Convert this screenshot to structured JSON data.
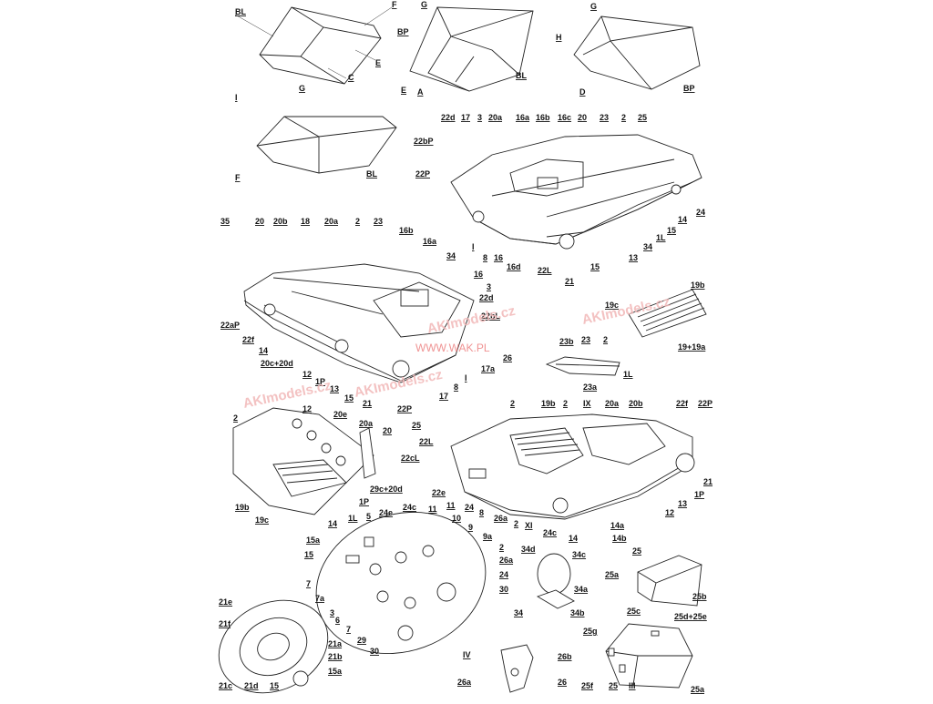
{
  "watermarks": {
    "w1": "AKImodels.cz",
    "w2": "AKImodels.cz",
    "w3": "AKImodels.cz",
    "w4": "AKImodels.cz",
    "w5": "WWW.WAK.PL"
  },
  "labels": {
    "box1": [
      "BL",
      "F",
      "E",
      "C"
    ],
    "box2": [
      "G",
      "BP",
      "E",
      "A",
      "BL"
    ],
    "box3": [
      "G",
      "H",
      "D",
      "BP"
    ],
    "box4": [
      "I",
      "G",
      "F",
      "BL"
    ],
    "hull_top_right": [
      "22d",
      "17",
      "3",
      "20a",
      "16a",
      "16b",
      "16c",
      "20",
      "23",
      "2",
      "25",
      "22bP",
      "22P",
      "I",
      "8",
      "16",
      "16d",
      "22L",
      "21",
      "15",
      "13",
      "34",
      "15",
      "1L",
      "14",
      "24"
    ],
    "hull_mid_left": [
      "35",
      "20",
      "20b",
      "18",
      "20a",
      "2",
      "23",
      "16b",
      "16a",
      "34",
      "16",
      "3",
      "22d",
      "22bL",
      "22aP",
      "22f",
      "14",
      "20c+20d",
      "12",
      "1P",
      "13",
      "15",
      "21",
      "22P",
      "17",
      "8",
      "17a",
      "26",
      "I"
    ],
    "grille_part": [
      "19b",
      "19+19a"
    ],
    "small_part_23": [
      "19c",
      "23b",
      "23",
      "2",
      "1L",
      "23a"
    ],
    "rear_deck": [
      "2",
      "12",
      "20e",
      "20a",
      "20",
      "29c+20d",
      "1P",
      "19b",
      "19c"
    ],
    "hull_rear": [
      "2",
      "19b",
      "2",
      "IX",
      "20a",
      "20b",
      "22f",
      "22P",
      "25",
      "22L",
      "22cL",
      "22e",
      "11",
      "24",
      "8",
      "26a",
      "2",
      "XI",
      "24c",
      "14",
      "14a",
      "14b",
      "12",
      "13",
      "1P",
      "21"
    ],
    "bottom_left": [
      "1L",
      "14",
      "5",
      "24e",
      "24c",
      "11",
      "10",
      "9",
      "9a",
      "2",
      "26a",
      "24",
      "30",
      "15a",
      "15",
      "7",
      "7a",
      "3",
      "6",
      "7",
      "29",
      "30"
    ],
    "wheel_parts": [
      "21e",
      "21f",
      "21a",
      "21b",
      "21c",
      "21d",
      "15",
      "15a"
    ],
    "drum_part": [
      "34d",
      "34c",
      "34a",
      "34",
      "34b"
    ],
    "box_25": [
      "25",
      "25a",
      "25b"
    ],
    "box_25c": [
      "25c",
      "25d+25e",
      "25g",
      "25f",
      "25",
      "III",
      "25a"
    ],
    "bracket_26": [
      "IV",
      "26b",
      "26a",
      "26"
    ]
  }
}
